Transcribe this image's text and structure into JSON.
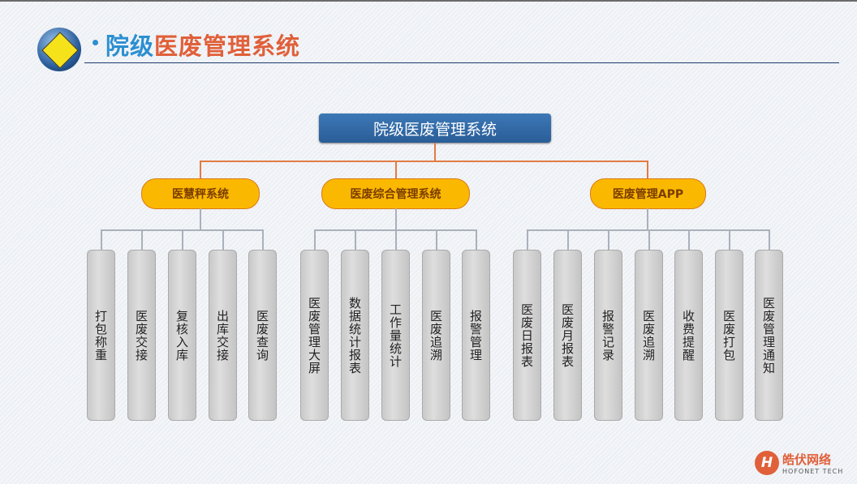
{
  "header": {
    "title_part1": "院级",
    "title_part2": "医废管理系统"
  },
  "root": {
    "label": "院级医废管理系统"
  },
  "groups": [
    {
      "label": "医慧秤系统",
      "items": [
        "打包称重",
        "医废交接",
        "复核入库",
        "出库交接",
        "医废查询"
      ]
    },
    {
      "label": "医废综合管理系统",
      "items": [
        "医废管理大屏",
        "数据统计报表",
        "工作量统计",
        "医废追溯",
        "报警管理"
      ]
    },
    {
      "label": "医废管理APP",
      "items": [
        "医废日报表",
        "医废月报表",
        "报警记录",
        "医废追溯",
        "收费提醒",
        "医废打包",
        "医废管理通知"
      ]
    }
  ],
  "brand": {
    "icon_letter": "H",
    "name": "皓伏网络",
    "sub": "HOFONET TECH"
  }
}
